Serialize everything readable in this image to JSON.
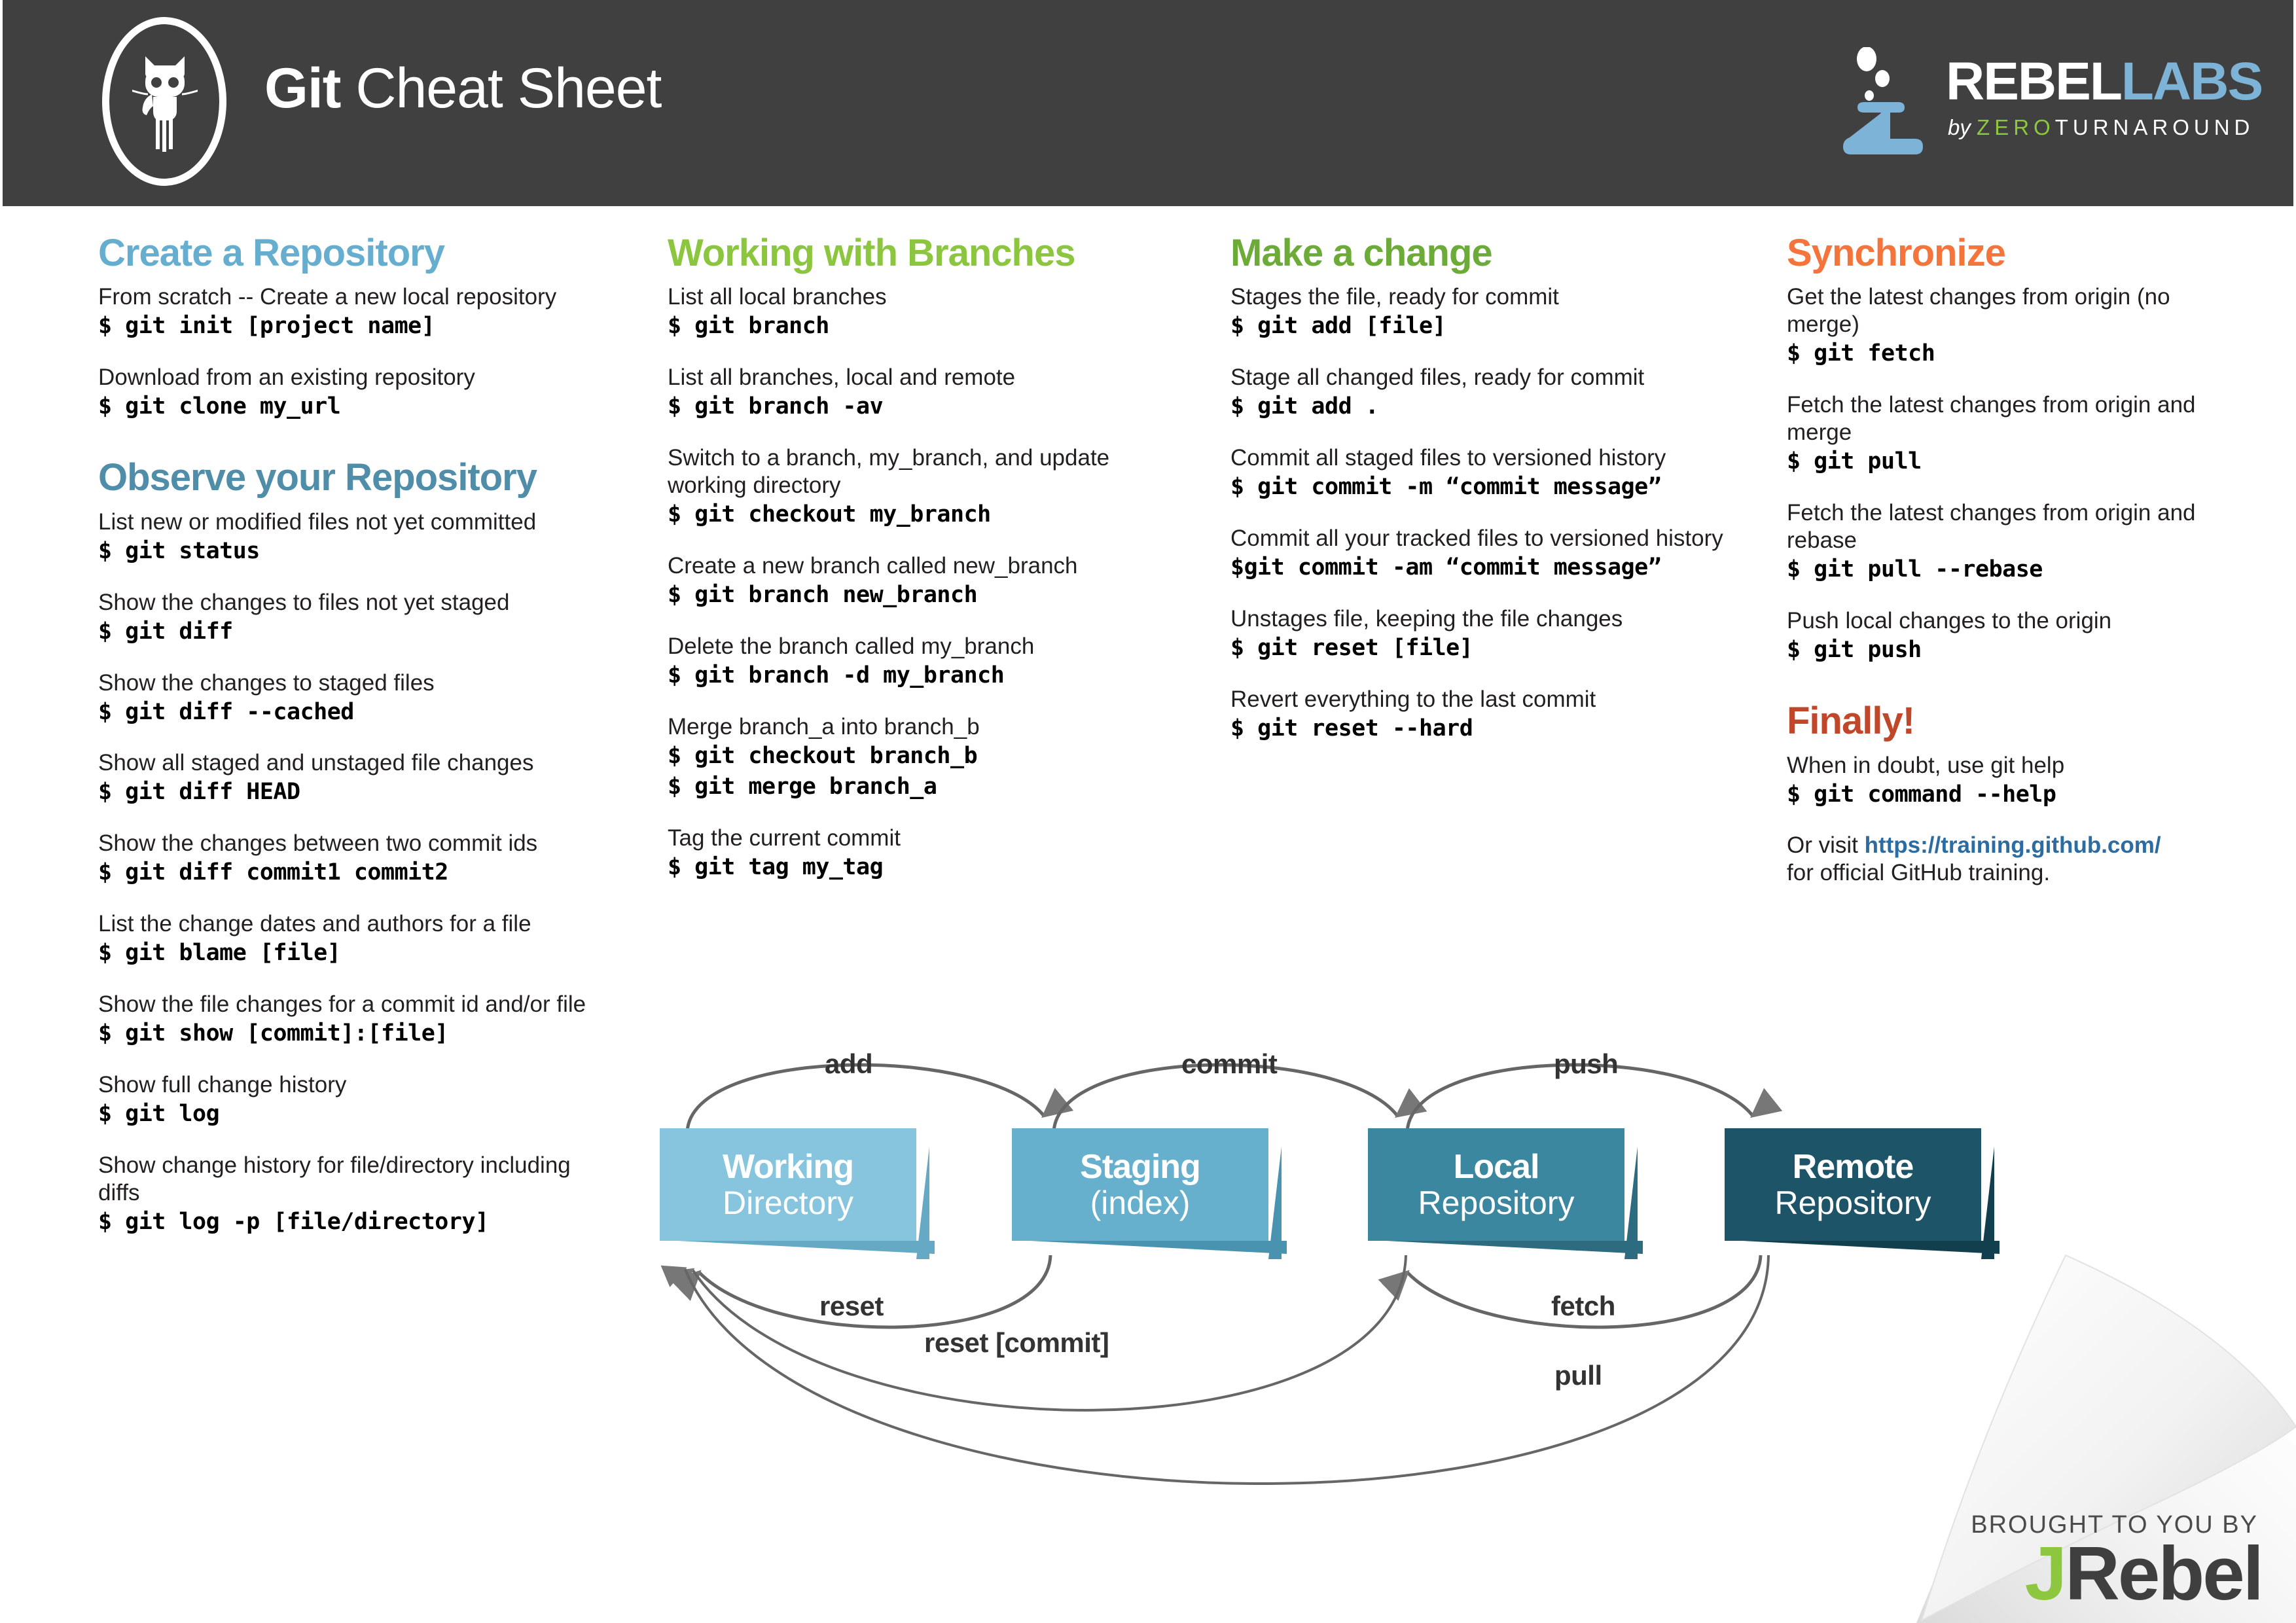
{
  "header": {
    "title_bold": "Git",
    "title_light": " Cheat Sheet",
    "bg_color": "#404040",
    "logo_icon": "github-octocat-icon",
    "brand": {
      "word_white": "REBEL",
      "word_blue": "LABS",
      "by": "by ",
      "zero": "ZERO",
      "turnaround": "TURNAROUND",
      "flask_icon": "rebellabs-flask-icon",
      "blue": "#7cb3d6",
      "green": "#8dc63f"
    }
  },
  "colors": {
    "heading_blue_1": "#66aed0",
    "heading_blue_2": "#4f8da8",
    "heading_green_1": "#8cc63e",
    "heading_green_2": "#6cab38",
    "heading_orange": "#f4743b",
    "heading_rust": "#c0472a",
    "link_blue": "#2b6ca3",
    "arrow_gray": "#666666",
    "working_dir": "#86c5dd",
    "staging": "#66b0cd",
    "local_repo": "#3c87a0",
    "remote_repo": "#1d5467"
  },
  "columns": [
    {
      "id": "create-repository",
      "sections": [
        {
          "heading": "Create a Repository",
          "color_key": "heading_blue_1",
          "entries": [
            {
              "desc": "From scratch -- Create a new local repository",
              "cmd": "$ git init [project name]"
            },
            {
              "desc": "Download from an existing repository",
              "cmd": "$ git clone my_url"
            }
          ]
        },
        {
          "heading": "Observe your Repository",
          "color_key": "heading_blue_2",
          "entries": [
            {
              "desc": "List new or modified files not yet committed",
              "cmd": "$ git status"
            },
            {
              "desc": "Show the changes to files not yet staged",
              "cmd": "$ git diff"
            },
            {
              "desc": "Show the changes to staged files",
              "cmd": "$ git diff --cached"
            },
            {
              "desc": "Show all staged and unstaged file changes",
              "cmd": "$ git diff HEAD"
            },
            {
              "desc": "Show the changes between two commit ids",
              "cmd": "$ git diff commit1 commit2"
            },
            {
              "desc": "List the change dates and authors for a file",
              "cmd": "$ git blame [file]"
            },
            {
              "desc": "Show the file changes for a commit id and/or file",
              "cmd": "$ git show [commit]:[file]"
            },
            {
              "desc": "Show full change history",
              "cmd": "$ git log"
            },
            {
              "desc": "Show change history for file/directory including diffs",
              "cmd": "$ git log -p [file/directory]"
            }
          ]
        }
      ]
    },
    {
      "id": "working-with-branches",
      "sections": [
        {
          "heading": "Working with Branches",
          "color_key": "heading_green_1",
          "entries": [
            {
              "desc": "List all local branches",
              "cmd": "$ git branch"
            },
            {
              "desc": "List all branches, local and remote",
              "cmd": "$ git branch -av"
            },
            {
              "desc": "Switch to a branch, my_branch, and update working directory",
              "cmd": "$ git checkout my_branch"
            },
            {
              "desc": "Create a new branch called new_branch",
              "cmd": "$ git branch new_branch"
            },
            {
              "desc": "Delete the branch called my_branch",
              "cmd": "$ git branch -d my_branch"
            },
            {
              "desc": "Merge branch_a into branch_b",
              "cmd": "$ git checkout branch_b",
              "cmd2": "$ git merge branch_a"
            },
            {
              "desc": "Tag the current commit",
              "cmd": "$ git tag my_tag"
            }
          ]
        }
      ]
    },
    {
      "id": "make-a-change",
      "sections": [
        {
          "heading": "Make a change",
          "color_key": "heading_green_2",
          "entries": [
            {
              "desc": "Stages the file, ready for commit",
              "cmd": "$ git add [file]"
            },
            {
              "desc": "Stage all changed files, ready for commit",
              "cmd": "$ git add ."
            },
            {
              "desc": "Commit all staged files to versioned history",
              "cmd": "$ git commit -m “commit message”"
            },
            {
              "desc": "Commit all your tracked files to versioned history",
              "cmd": "$git commit -am “commit message”"
            },
            {
              "desc": "Unstages file, keeping the file changes",
              "cmd": "$ git reset [file]"
            },
            {
              "desc": "Revert everything to the last commit",
              "cmd": "$ git reset --hard"
            }
          ]
        }
      ]
    },
    {
      "id": "synchronize",
      "sections": [
        {
          "heading": "Synchronize",
          "color_key": "heading_orange",
          "entries": [
            {
              "desc": "Get the latest changes from origin (no merge)",
              "cmd": "$ git fetch"
            },
            {
              "desc": "Fetch the latest changes from origin and merge",
              "cmd": "$ git pull"
            },
            {
              "desc": "Fetch the latest changes from origin and rebase",
              "cmd": "$ git pull --rebase"
            },
            {
              "desc": "Push local changes to the origin",
              "cmd": "$ git push"
            }
          ]
        },
        {
          "heading": "Finally!",
          "color_key": "heading_rust",
          "entries": [
            {
              "desc": "When in doubt, use git help",
              "cmd": "$ git command --help"
            }
          ],
          "outro": {
            "pre": "Or visit ",
            "link": "https://training.github.com/",
            "post": "for official GitHub training."
          }
        }
      ]
    }
  ],
  "diagram": {
    "nodes": [
      {
        "line1": "Working",
        "line2": "Directory"
      },
      {
        "line1": "Staging",
        "line2": "(index)"
      },
      {
        "line1": "Local",
        "line2": "Repository"
      },
      {
        "line1": "Remote",
        "line2": "Repository"
      }
    ],
    "edges": [
      {
        "label": "add"
      },
      {
        "label": "commit"
      },
      {
        "label": "push"
      },
      {
        "label": "reset"
      },
      {
        "label": "fetch"
      },
      {
        "label": "reset [commit]"
      },
      {
        "label": "pull"
      }
    ]
  },
  "footer": {
    "brought_to_you_by": "BROUGHT TO YOU BY",
    "jrebel_j": "J",
    "jrebel_rest": "Rebel"
  }
}
